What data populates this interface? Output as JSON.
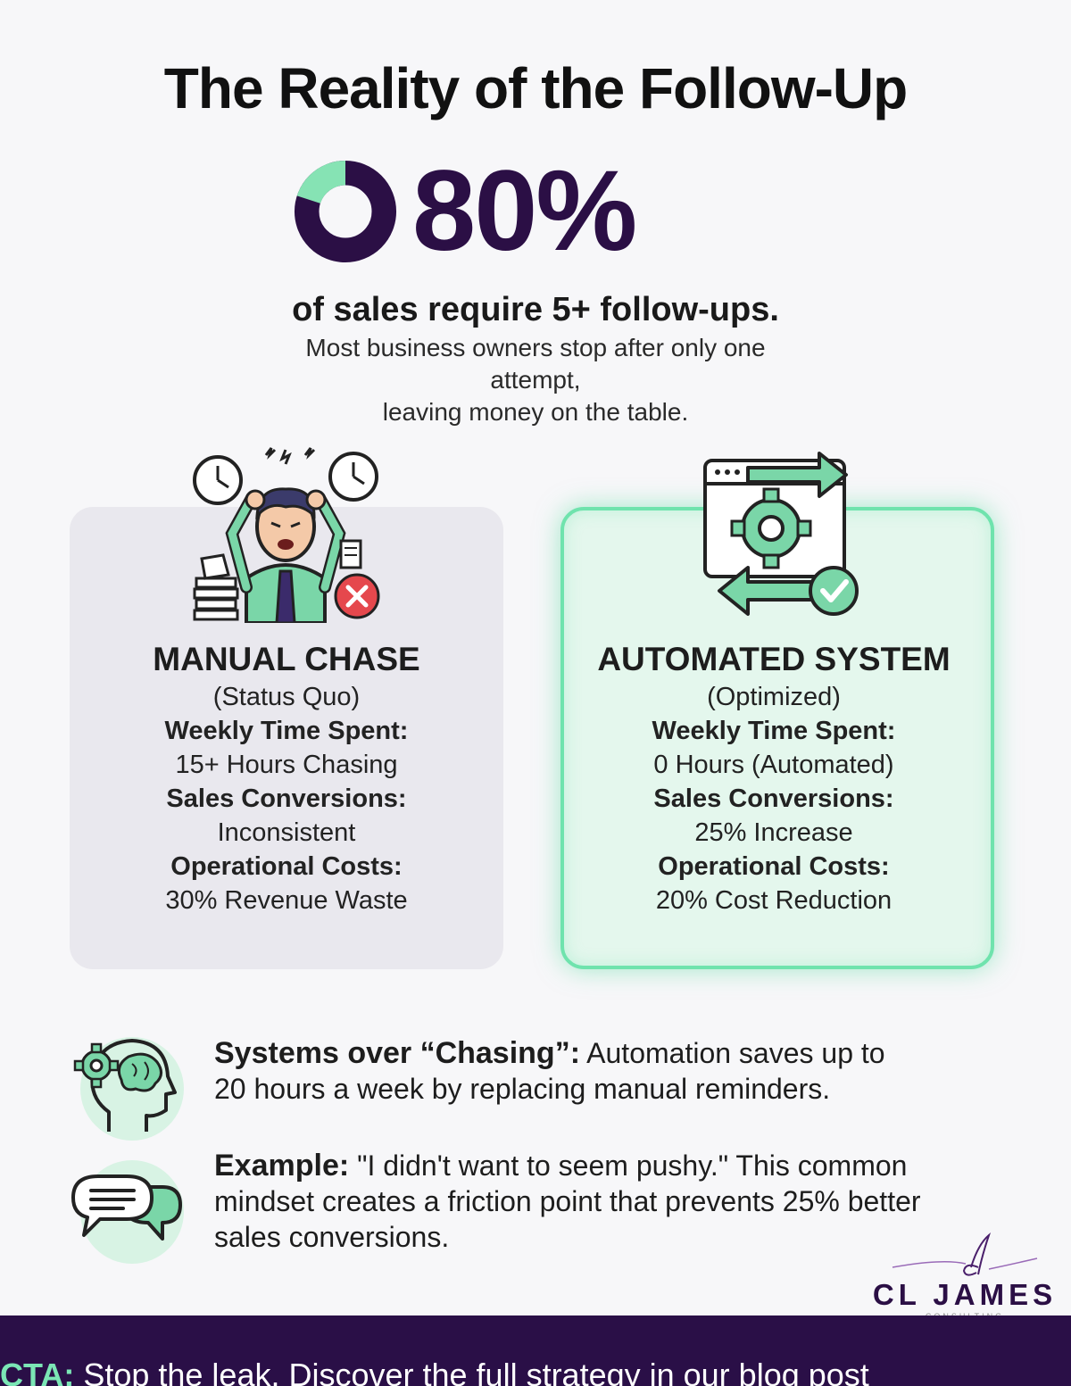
{
  "title": "The Reality of the Follow-Up",
  "stat": {
    "value": "80%",
    "fraction": 0.8,
    "caption": "of sales require 5+ follow-ups.",
    "sub_line1": "Most business owners stop after only one attempt,",
    "sub_line2": "leaving money on the table."
  },
  "manual": {
    "heading": "MANUAL CHASE",
    "subheading": "(Status Quo)",
    "time_label": "Weekly Time Spent:",
    "time_value": "15+ Hours Chasing",
    "conv_label": "Sales Conversions:",
    "conv_value": "Inconsistent",
    "cost_label": "Operational Costs:",
    "cost_value": "30% Revenue Waste"
  },
  "automated": {
    "heading": "AUTOMATED SYSTEM",
    "subheading": "(Optimized)",
    "time_label": "Weekly Time Spent:",
    "time_value": "0 Hours (Automated)",
    "conv_label": "Sales Conversions:",
    "conv_value": "25% Increase",
    "cost_label": "Operational Costs:",
    "cost_value": "20% Cost Reduction"
  },
  "tips": [
    {
      "bold": "Systems over “Chasing”:",
      "text_line1": " Automation saves up to",
      "text_line2": "20 hours a week by replacing manual reminders."
    },
    {
      "bold": "Example:",
      "text_line1": " \"I didn't want to seem pushy.\" This common",
      "text_line2": "mindset creates a friction point that prevents 25% better",
      "text_line3": "sales conversions."
    }
  ],
  "logo": {
    "monogram": "cl",
    "name": "CL JAMES",
    "sub": "CONSULTING"
  },
  "cta": {
    "label": "CTA:",
    "text": " Stop the leak. Discover the full strategy in our blog post"
  },
  "colors": {
    "brand_purple": "#2b0f45",
    "mint": "#6fe3ad",
    "cta_bg": "#2a0f47"
  },
  "icons": {
    "manual": "stressed-man-icon",
    "automated": "automation-gear-icon",
    "tip1": "head-gear-icon",
    "tip2": "chat-bubbles-icon"
  }
}
